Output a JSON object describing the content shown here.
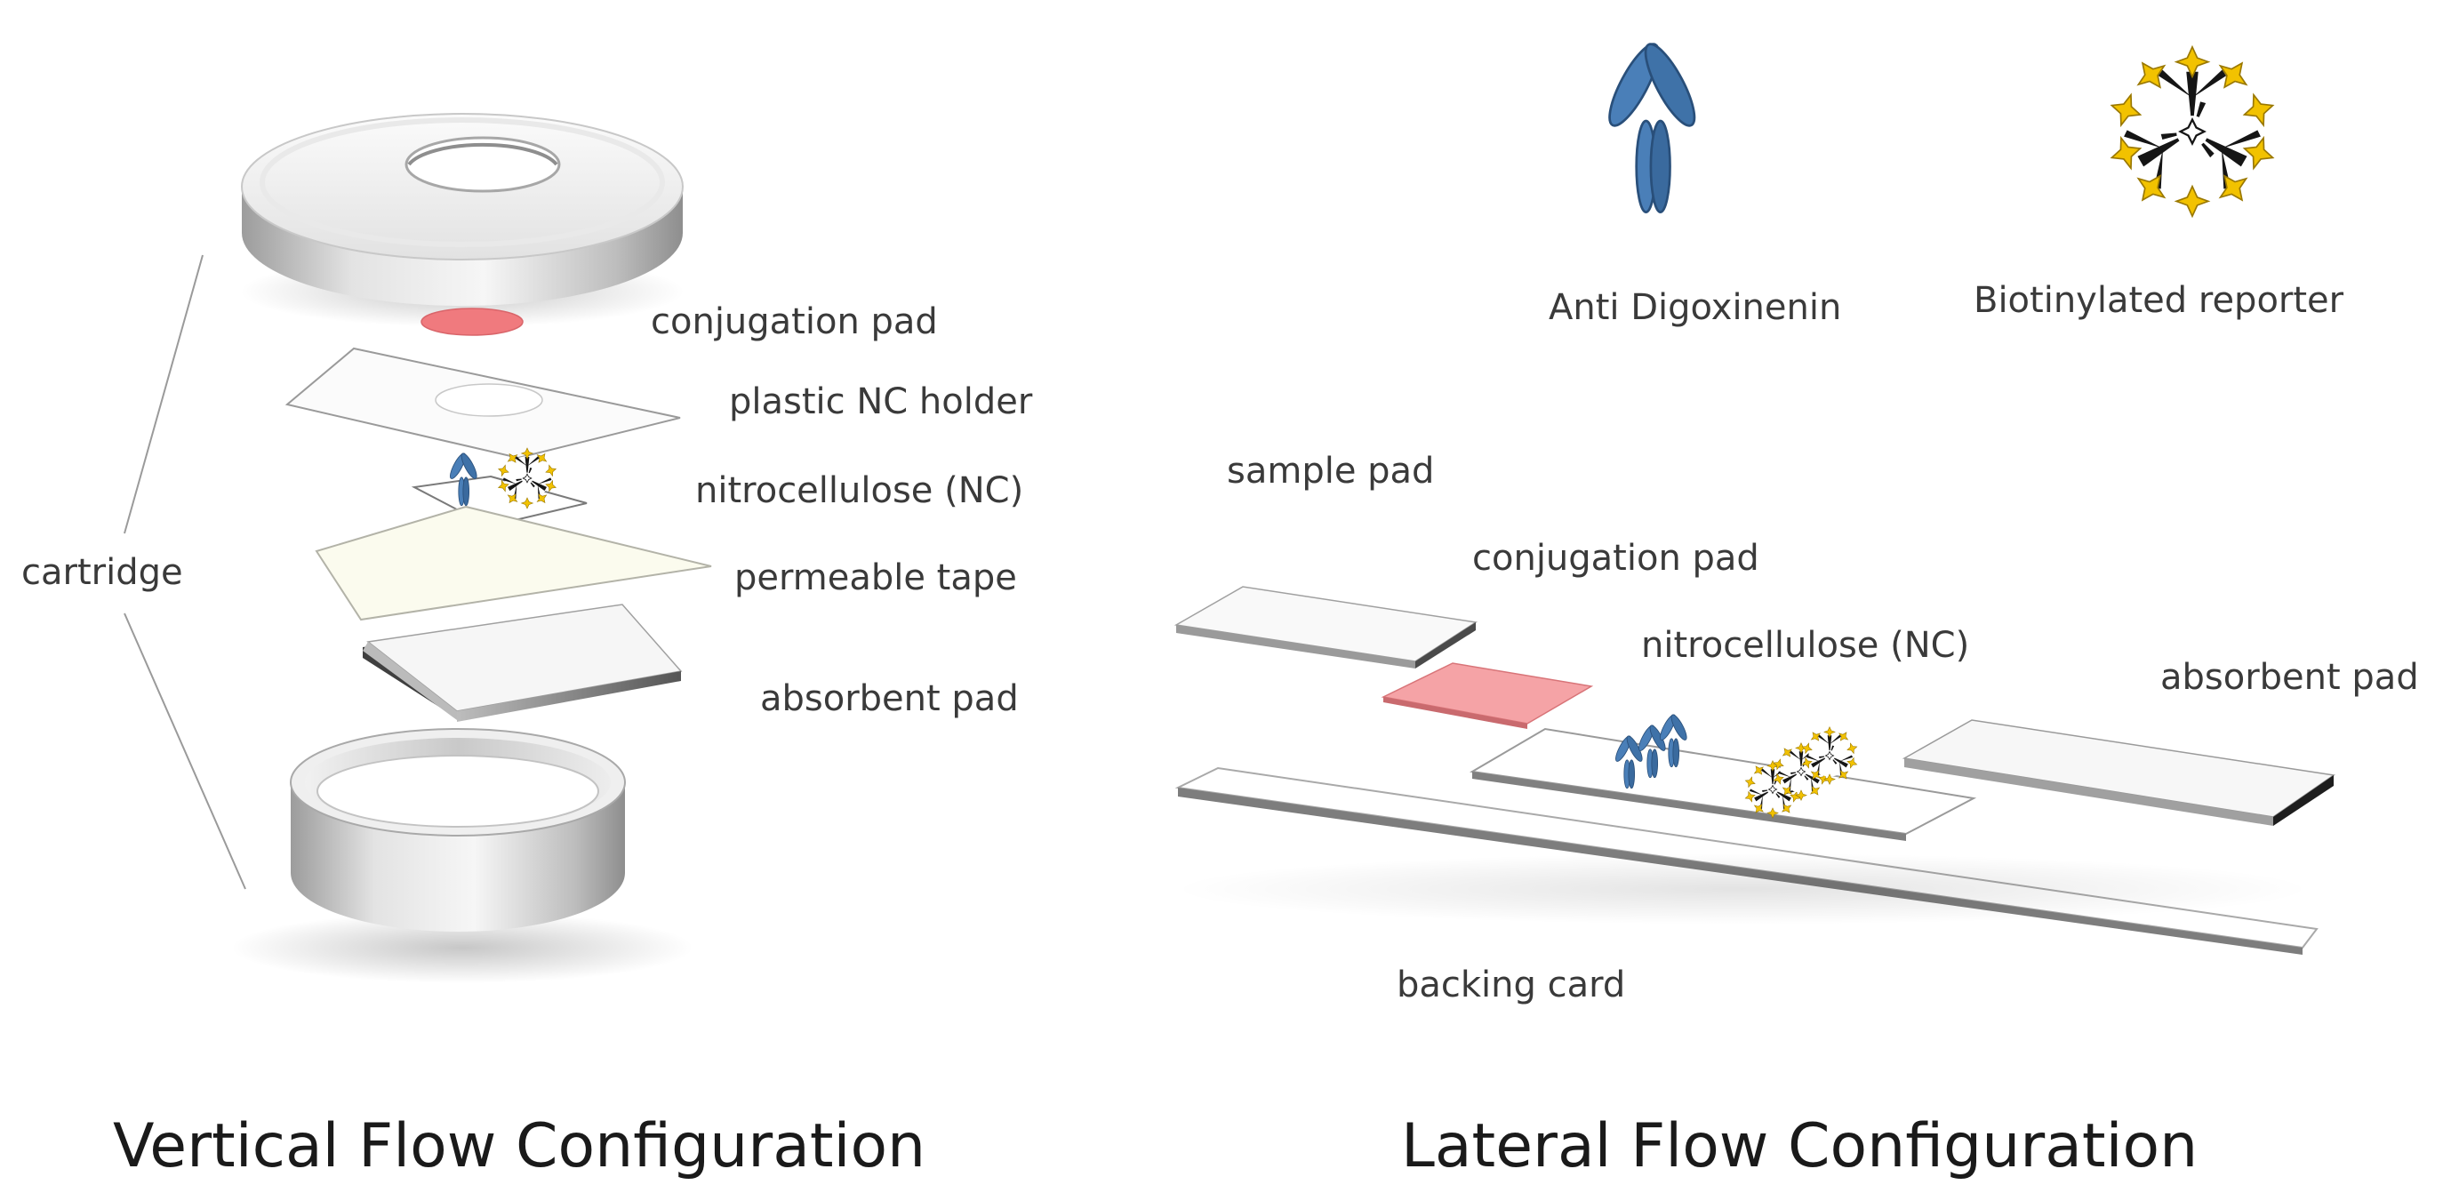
{
  "vertical": {
    "title": "Vertical Flow Configuration",
    "labels": {
      "conjugation_pad": "conjugation pad",
      "plastic_nc_holder": "plastic NC holder",
      "nitrocellulose": "nitrocellulose (NC)",
      "permeable_tape": "permeable tape",
      "absorbent_pad": "absorbent pad",
      "cartridge": "cartridge"
    }
  },
  "lateral": {
    "title": "Lateral Flow Configuration",
    "labels": {
      "sample_pad": "sample pad",
      "conjugation_pad": "conjugation pad",
      "nitrocellulose": "nitrocellulose (NC)",
      "absorbent_pad": "absorbent pad",
      "backing_card": "backing card"
    }
  },
  "legend": {
    "antibody": "Anti Digoxinenin",
    "reporter": "Biotinylated reporter"
  },
  "colors": {
    "antibody_blue": "#3d6fa6",
    "reporter_gold": "#f2c200",
    "conjugation_pink": "#f07a7e",
    "tape_cream": "#fbfbee",
    "cartridge_gray": "#d4d4d4",
    "line_gray": "#9a9a9a"
  }
}
